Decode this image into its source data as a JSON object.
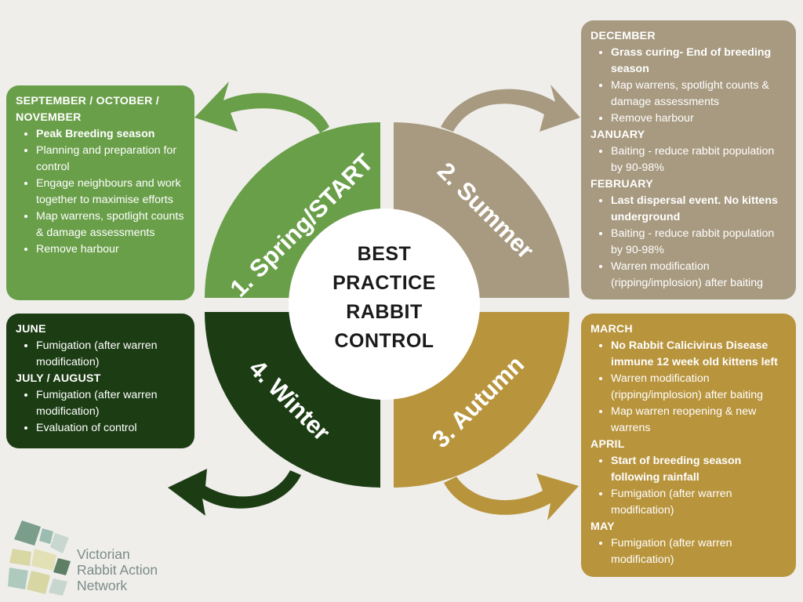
{
  "center": {
    "lines": [
      "BEST",
      "PRACTICE",
      "RABBIT",
      "CONTROL"
    ]
  },
  "quadrants": {
    "spring": {
      "label": "1. Spring/START",
      "color": "#6a9f4a"
    },
    "summer": {
      "label": "2. Summer",
      "color": "#a89a80"
    },
    "autumn": {
      "label": "3. Autumn",
      "color": "#b8943c"
    },
    "winter": {
      "label": "4. Winter",
      "color": "#1c3d14"
    }
  },
  "boxes": {
    "spring": {
      "sections": [
        {
          "heading": "SEPTEMBER / OCTOBER / NOVEMBER",
          "items": [
            {
              "text": "Peak Breeding season",
              "bold": true
            },
            {
              "text": "Planning and preparation for control",
              "bold": false
            },
            {
              "text": "Engage neighbours and work together to maximise efforts",
              "bold": false
            },
            {
              "text": "Map warrens, spotlight counts & damage assessments",
              "bold": false
            },
            {
              "text": "Remove harbour",
              "bold": false
            }
          ]
        }
      ]
    },
    "summer": {
      "sections": [
        {
          "heading": "DECEMBER",
          "items": [
            {
              "text": "Grass curing- End of breeding season",
              "bold": true
            },
            {
              "text": "Map warrens, spotlight counts & damage assessments",
              "bold": false
            },
            {
              "text": "Remove harbour",
              "bold": false
            }
          ]
        },
        {
          "heading": "JANUARY",
          "items": [
            {
              "text": "Baiting - reduce rabbit population by 90-98%",
              "bold": false
            }
          ]
        },
        {
          "heading": "FEBRUARY",
          "items": [
            {
              "text": "Last dispersal event. No kittens underground",
              "bold": true
            },
            {
              "text": "Baiting - reduce rabbit population by 90-98%",
              "bold": false
            },
            {
              "text": "Warren modification (ripping/implosion) after baiting",
              "bold": false
            }
          ]
        }
      ]
    },
    "autumn": {
      "sections": [
        {
          "heading": "MARCH",
          "items": [
            {
              "text": "No Rabbit Calicivirus Disease immune 12 week old kittens left",
              "bold": true
            },
            {
              "text": "Warren modification (ripping/implosion) after baiting",
              "bold": false
            },
            {
              "text": "Map warren reopening & new warrens",
              "bold": false
            }
          ]
        },
        {
          "heading": "APRIL",
          "items": [
            {
              "text": "Start of breeding season following rainfall",
              "bold": true
            },
            {
              "text": "Fumigation (after warren modification)",
              "bold": false
            }
          ]
        },
        {
          "heading": "MAY",
          "items": [
            {
              "text": "Fumigation (after warren modification)",
              "bold": false
            }
          ]
        }
      ]
    },
    "winter": {
      "sections": [
        {
          "heading": "JUNE",
          "items": [
            {
              "text": "Fumigation (after warren modification)",
              "bold": false
            }
          ]
        },
        {
          "heading": "JULY / AUGUST",
          "items": [
            {
              "text": "Fumigation (after warren modification)",
              "bold": false
            },
            {
              "text": "Evaluation of control",
              "bold": false
            }
          ]
        }
      ]
    }
  },
  "logo": {
    "lines": [
      "Victorian",
      "Rabbit Action",
      "Network"
    ],
    "icon": "vran-logo-icon"
  }
}
